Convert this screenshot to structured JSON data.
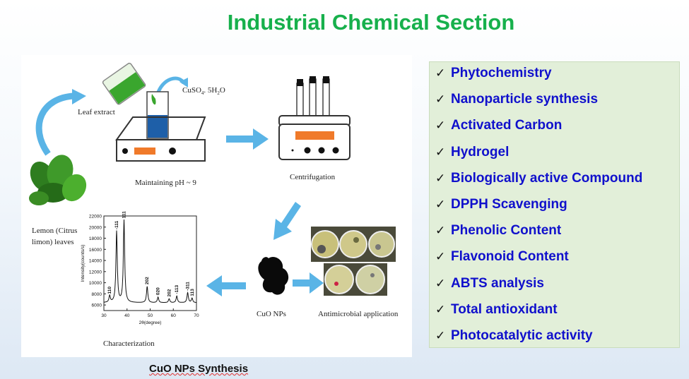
{
  "title": "Industrial Chemical Section",
  "diagram": {
    "leaf_extract": "Leaf extract",
    "reagent": "CuSO",
    "reagent_sub": "4",
    "reagent_tail": ". 5H",
    "reagent_sub2": "2",
    "reagent_end": "O",
    "ph_label": "Maintaining pH ~ 9",
    "centrifugation": "Centrifugation",
    "leaves_line1": "Lemon (Citrus",
    "leaves_line2": "limon) leaves",
    "cuo": "CuO NPs",
    "antimicrobial": "Antimicrobial application",
    "characterization": "Characterization"
  },
  "chart_data": {
    "type": "line",
    "title": "",
    "xlabel": "2θ(degree)",
    "ylabel": "Intensity(counts/s)",
    "xlim": [
      30,
      70
    ],
    "ylim": [
      5000,
      22000
    ],
    "x_ticks": [
      "30",
      "40",
      "50",
      "60",
      "70"
    ],
    "y_ticks": [
      "6000",
      "8000",
      "10000",
      "12000",
      "14000",
      "16000",
      "18000",
      "20000",
      "22000"
    ],
    "peaks": [
      {
        "label": "110",
        "x": 32.5,
        "y": 7600
      },
      {
        "label": "-111",
        "x": 35.5,
        "y": 19200
      },
      {
        "label": "111",
        "x": 38.7,
        "y": 21200
      },
      {
        "label": "202",
        "x": 48.7,
        "y": 9300
      },
      {
        "label": "020",
        "x": 53.4,
        "y": 7400
      },
      {
        "label": "202",
        "x": 58.2,
        "y": 7100
      },
      {
        "label": "-113",
        "x": 61.5,
        "y": 7600
      },
      {
        "label": "-311",
        "x": 66.2,
        "y": 8200
      },
      {
        "label": "113",
        "x": 68.1,
        "y": 7200
      }
    ],
    "baseline": 6400
  },
  "caption": "CuO NPs Synthesis",
  "list_items": [
    "Phytochemistry",
    "Nanoparticle synthesis",
    "Activated Carbon",
    "Hydrogel",
    "Biologically active Compound",
    "DPPH Scavenging",
    "Phenolic Content",
    "Flavonoid Content",
    "ABTS analysis",
    "Total antioxidant",
    "Photocatalytic activity"
  ],
  "check_mark": "✓",
  "colors": {
    "title": "#17b04c",
    "arrow": "#5ab4e6",
    "list_text": "#1010cc",
    "list_bg": "#e2efd9"
  }
}
